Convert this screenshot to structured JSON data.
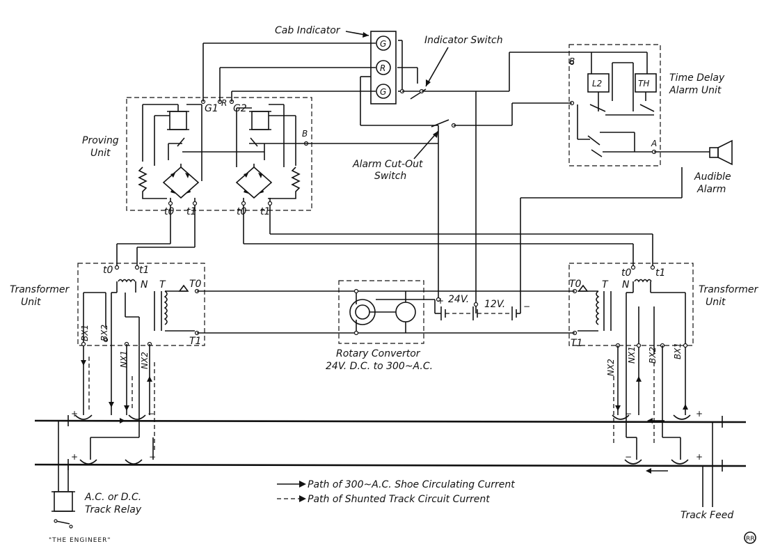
{
  "labels": {
    "cab_indicator": "Cab Indicator",
    "indicator_switch": "Indicator Switch",
    "time_delay": [
      "Time Delay",
      "Alarm Unit"
    ],
    "proving_unit": [
      "Proving",
      "Unit"
    ],
    "alarm_cutout": [
      "Alarm Cut-Out",
      "Switch"
    ],
    "audible_alarm": [
      "Audible",
      "Alarm"
    ],
    "transformer_left": [
      "Transformer",
      "Unit"
    ],
    "transformer_right": [
      "Transformer",
      "Unit"
    ],
    "rotary_convertor": [
      "Rotary Convertor",
      "24V. D.C. to 300~A.C."
    ],
    "track_relay": [
      "A.C. or D.C.",
      "Track Relay"
    ],
    "track_feed": "Track Feed",
    "legend_solid": "Path of 300~A.C. Shoe Circulating Current",
    "legend_dashed": "Path of Shunted Track Circuit Current",
    "credit": "\"THE ENGINEER\"",
    "v24": "24V.",
    "v12": "12V."
  },
  "lamps": [
    "G",
    "R",
    "G"
  ],
  "terminals": {
    "g1": "G1",
    "r": "R",
    "g2": "G2",
    "b_prove": "B",
    "b_alarm": "B",
    "a_alarm": "A",
    "l2": "L2",
    "th": "TH",
    "t0": "t0",
    "t1": "t1",
    "N": "N",
    "T": "T",
    "T0": "T0",
    "T1": "T1",
    "bx1": "BX1",
    "bx2": "BX2",
    "nx1": "NX1",
    "nx2": "NX2"
  },
  "signs": {
    "plus": "+",
    "minus": "−"
  }
}
